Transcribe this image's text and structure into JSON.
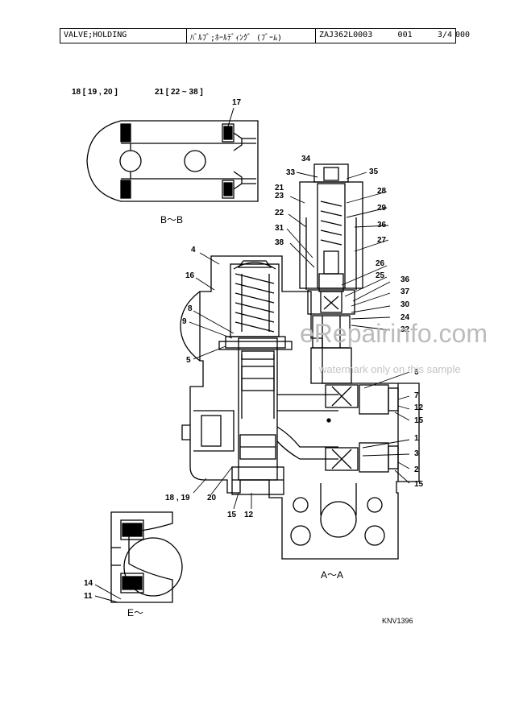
{
  "header": {
    "part_name_en": "VALVE;HOLDING",
    "part_name_jp": "ﾊﾞﾙﾌﾞ;ﾎｰﾙﾃﾞｨﾝｸﾞ (ﾌﾞｰﾑ)",
    "part_code": "ZAJ362L0003",
    "item": "001",
    "page": "3/4",
    "trailing": "000"
  },
  "section_labels": {
    "top_left_a": "18 [ 19 , 20 ]",
    "top_left_b": "21 [ 22 ~ 38 ]",
    "bb": "B～B",
    "aa": "A～A",
    "ee": "E～"
  },
  "callouts": {
    "n17": "17",
    "n34": "34",
    "n33": "33",
    "n35": "35",
    "n21": "21",
    "n23": "23",
    "n28": "28",
    "n22": "22",
    "n29": "29",
    "n31": "31",
    "n36a": "36",
    "n38": "38",
    "n27": "27",
    "n4": "4",
    "n16": "16",
    "n26": "26",
    "n25": "25",
    "n36b": "36",
    "n37": "37",
    "n30": "30",
    "n8": "8",
    "n9": "9",
    "n24": "24",
    "n32": "32",
    "n5": "5",
    "n6": "6",
    "n7": "7",
    "n12a": "12",
    "n15a": "15",
    "n1": "1",
    "n3": "3",
    "n2": "2",
    "n15b": "15",
    "n18_19": "18 , 19",
    "n20": "20",
    "n15c": "15",
    "n12b": "12",
    "n14": "14",
    "n11": "11"
  },
  "figure_code": "KNV1396",
  "watermark": {
    "site": "eRepairinfo.com",
    "note": "watermark only on this sample"
  }
}
